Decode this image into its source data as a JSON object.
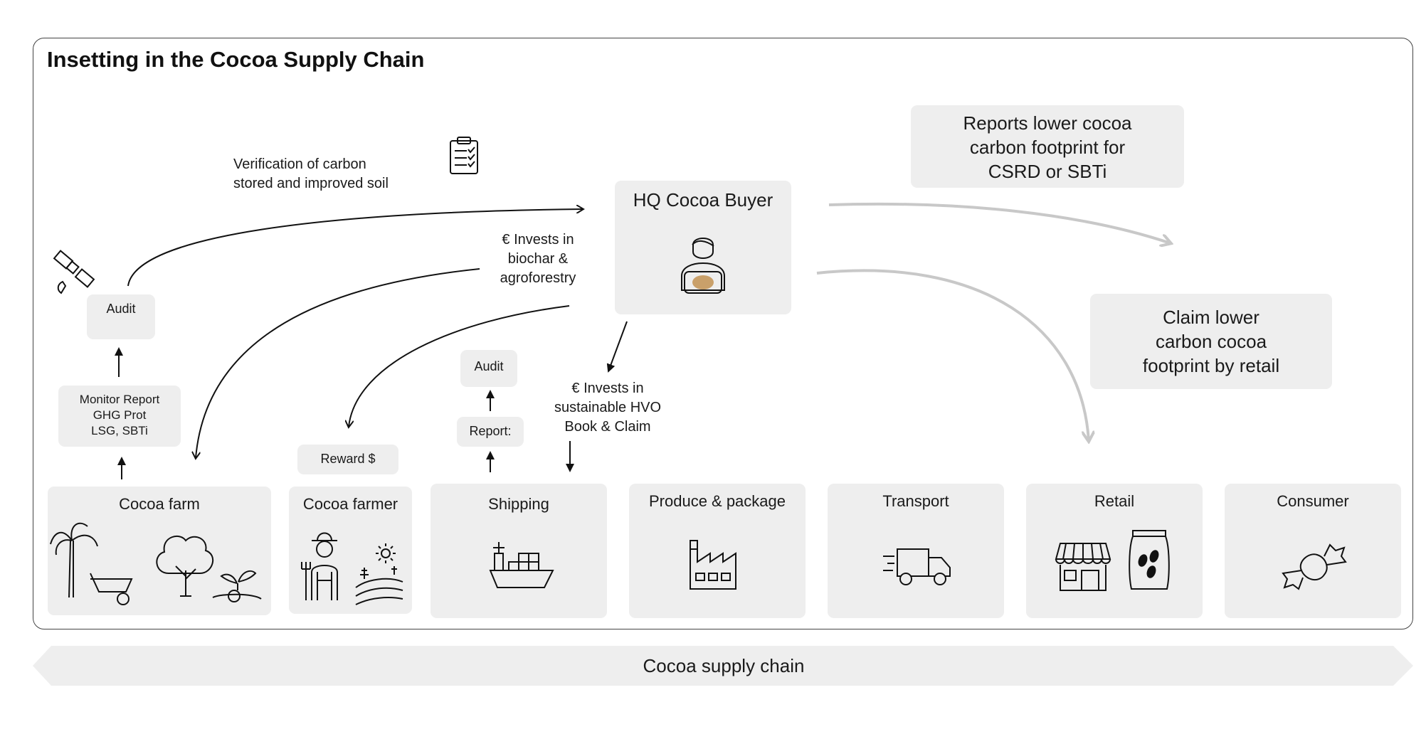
{
  "title": "Insetting in the Cocoa Supply Chain",
  "hq": {
    "label": "HQ Cocoa Buyer"
  },
  "notes": {
    "verification": [
      "Verification of carbon",
      "stored and improved soil"
    ],
    "invests_biochar": [
      "€ Invests in",
      "biochar &",
      "agroforestry"
    ],
    "invests_hvo": [
      "€ Invests in",
      "sustainable HVO",
      "Book & Claim"
    ],
    "reports": [
      "Reports lower cocoa",
      "carbon footprint for",
      "CSRD or SBTi"
    ],
    "claim": [
      "Claim lower",
      "carbon cocoa",
      "footprint by retail"
    ]
  },
  "small_boxes": {
    "audit_left": "Audit",
    "monitor_report": [
      "Monitor Report",
      "GHG Prot",
      "LSG, SBTi"
    ],
    "reward": "Reward $",
    "audit_ship": "Audit",
    "report_ship": "Report:"
  },
  "stages": [
    {
      "label": "Cocoa farm",
      "icon": "farm-icon"
    },
    {
      "label": "Cocoa farmer",
      "icon": "farmer-icon"
    },
    {
      "label": "Shipping",
      "icon": "ship-icon"
    },
    {
      "label": "Produce & package",
      "icon": "factory-icon"
    },
    {
      "label": "Transport",
      "icon": "truck-icon"
    },
    {
      "label": "Retail",
      "icon": "store-icon"
    },
    {
      "label": "Consumer",
      "icon": "candy-icon"
    }
  ],
  "footer": {
    "label": "Cocoa supply chain"
  },
  "colors": {
    "box": "#eeeeee",
    "grey_arrow": "#c8c8c8",
    "black_arrow": "#111111",
    "accent": "#c9a06a"
  }
}
